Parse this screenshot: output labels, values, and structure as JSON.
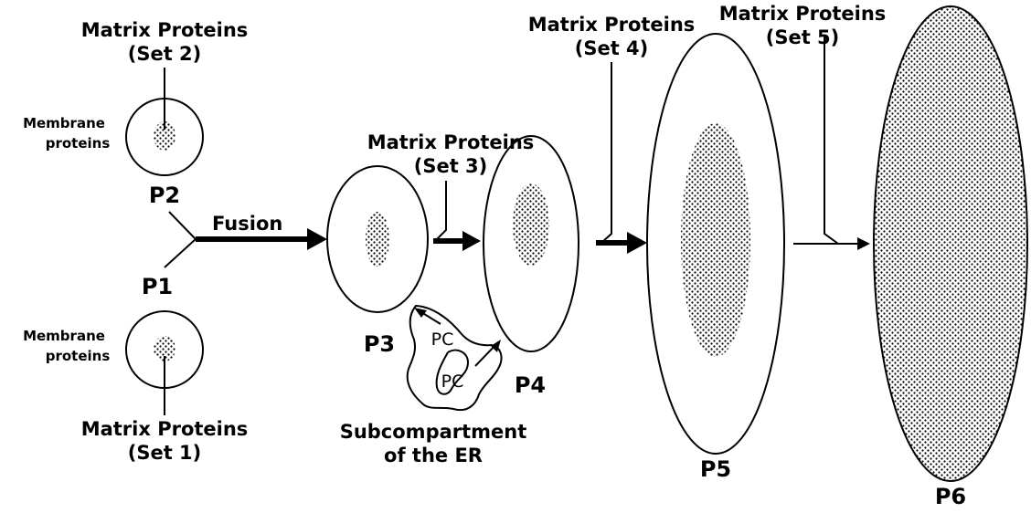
{
  "labels": {
    "p1": "P1",
    "p2": "P2",
    "p3": "P3",
    "p4": "P4",
    "p5": "P5",
    "p6": "P6",
    "fusion": "Fusion",
    "membrane_top": "Membrane",
    "proteins_top": "proteins",
    "membrane_bottom": "Membrane",
    "proteins_bottom": "proteins",
    "matrix_set1": "Matrix Proteins",
    "set1": "(Set 1)",
    "matrix_set2": "Matrix Proteins",
    "set2": "(Set 2)",
    "matrix_set3": "Matrix Proteins",
    "set3": "(Set 3)",
    "matrix_set4": "Matrix Proteins",
    "set4": "(Set 4)",
    "matrix_set5": "Matrix Proteins",
    "set5": "(Set 5)",
    "pc_1": "PC",
    "pc_2": "PC",
    "subcompartment": "Subcompartment",
    "of_the_er": "of the ER"
  },
  "colors": {
    "ink": "#000000",
    "paper": "#ffffff"
  }
}
